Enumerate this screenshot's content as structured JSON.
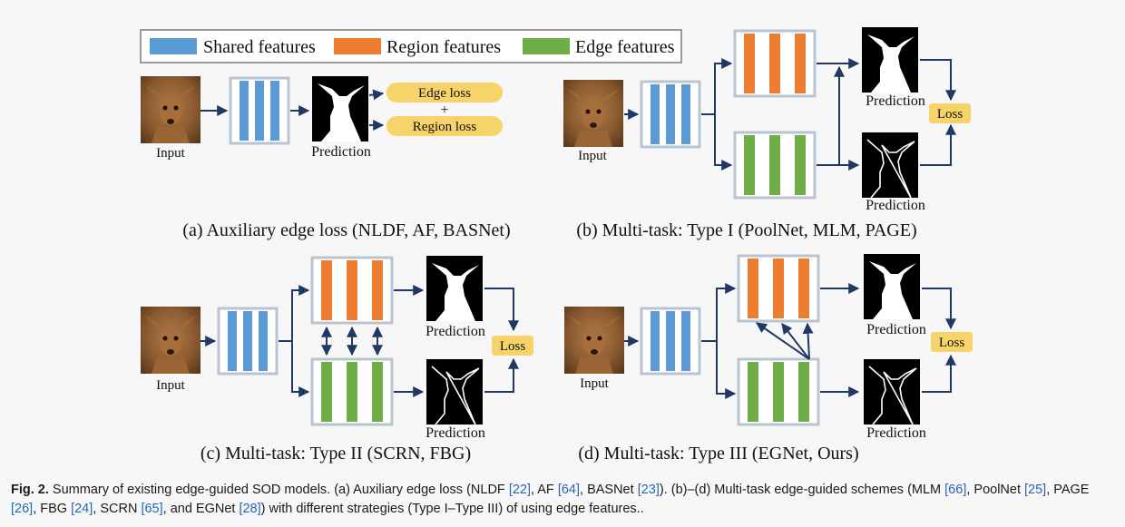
{
  "legend": {
    "shared": "Shared features",
    "region": "Region features",
    "edge": "Edge features"
  },
  "colors": {
    "shared": "#5b9bd5",
    "region": "#ed7d31",
    "edge": "#70ad47",
    "loss": "#f6d469",
    "arrow": "#1f3864"
  },
  "labels": {
    "input": "Input",
    "prediction": "Prediction",
    "loss": "Loss",
    "edge_loss": "Edge loss",
    "plus": "+",
    "region_loss": "Region loss"
  },
  "panels": {
    "a": "(a) Auxiliary edge loss (NLDF, AF, BASNet)",
    "b": "(b) Multi-task: Type I (PoolNet, MLM, PAGE)",
    "c": "(c) Multi-task: Type II (SCRN, FBG)",
    "d": "(d) Multi-task: Type III (EGNet, Ours)"
  },
  "caption": {
    "fig": "Fig. 2.",
    "t1": " Summary of existing edge-guided SOD models. (a) Auxiliary edge loss (NLDF ",
    "r22": "[22]",
    "t2": ", AF ",
    "r64": "[64]",
    "t3": ", BASNet ",
    "r23": "[23]",
    "t4": "). (b)–(d) Multi-task edge-guided schemes (MLM ",
    "r66": "[66]",
    "t5": ", PoolNet ",
    "r25": "[25]",
    "t6": ", PAGE ",
    "r26": "[26]",
    "t7": ", FBG ",
    "r24": "[24]",
    "t8": ", SCRN ",
    "r65": "[65]",
    "t9": ", and EGNet ",
    "r28": "[28]",
    "t10": ") with different strategies (Type I–Type III) of using edge features.."
  }
}
